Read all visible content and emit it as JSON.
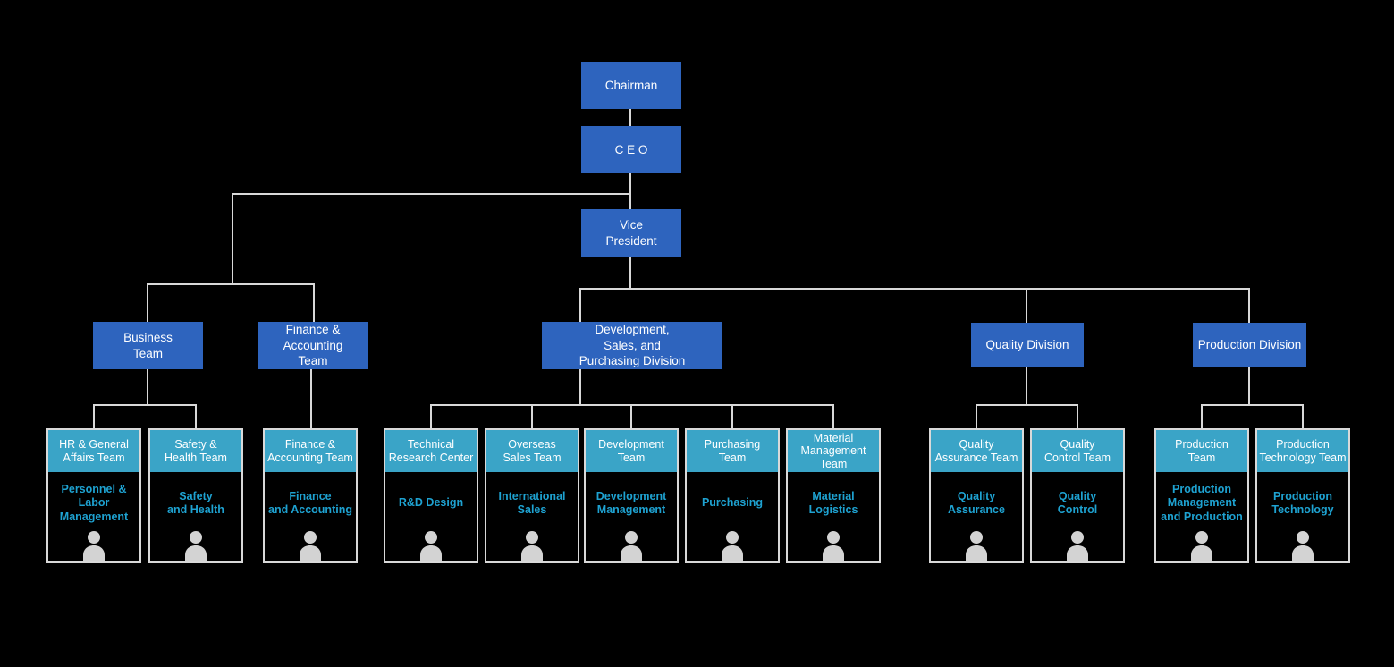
{
  "colors": {
    "background": "#000000",
    "node-blue": "#2e64be",
    "teal": "#3aa4c7",
    "teal-text": "#1ea2d1",
    "line": "#d9d9d9",
    "icon-gray": "#d3d3d3"
  },
  "nodes": {
    "chairman": {
      "label": "Chairman"
    },
    "ceo": {
      "label": "C E O"
    },
    "vice_president": {
      "label": "Vice\nPresident"
    },
    "business_team": {
      "label": "Business\nTeam"
    },
    "finance_accounting_team": {
      "label": "Finance &\nAccounting\nTeam"
    },
    "dev_sales_purchasing_division": {
      "label": "Development,\nSales, and\nPurchasing Division"
    },
    "quality_division": {
      "label": "Quality Division"
    },
    "production_division": {
      "label": "Production Division"
    }
  },
  "teams": [
    {
      "header": "HR & General\nAffairs Team",
      "body": "Personnel &\nLabor\nManagement"
    },
    {
      "header": "Safety &\nHealth Team",
      "body": "Safety\nand Health"
    },
    {
      "header": "Finance &\nAccounting Team",
      "body": "Finance\nand Accounting"
    },
    {
      "header": "Technical\nResearch Center",
      "body": "R&D Design"
    },
    {
      "header": "Overseas\nSales Team",
      "body": "International\nSales"
    },
    {
      "header": "Development\nTeam",
      "body": "Development\nManagement"
    },
    {
      "header": "Purchasing\nTeam",
      "body": "Purchasing"
    },
    {
      "header": "Material\nManagement\nTeam",
      "body": "Material\nLogistics"
    },
    {
      "header": "Quality\nAssurance Team",
      "body": "Quality\nAssurance"
    },
    {
      "header": "Quality\nControl Team",
      "body": "Quality\nControl"
    },
    {
      "header": "Production\nTeam",
      "body": "Production\nManagement\nand Production"
    },
    {
      "header": "Production\nTechnology Team",
      "body": "Production\nTechnology"
    }
  ]
}
